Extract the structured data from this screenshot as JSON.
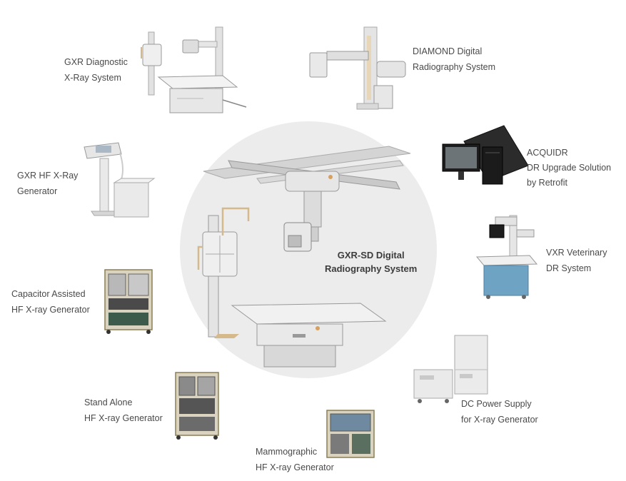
{
  "center": {
    "line1": "GXR-SD Digital",
    "line2": "Radiography System"
  },
  "products": [
    {
      "id": "gxr-diagnostic",
      "line1": "GXR Diagnostic",
      "line2": "X-Ray System",
      "line3": ""
    },
    {
      "id": "diamond",
      "line1": "DIAMOND Digital",
      "line2": "Radiography System",
      "line3": ""
    },
    {
      "id": "gxr-hf",
      "line1": "GXR HF X-Ray",
      "line2": "Generator",
      "line3": ""
    },
    {
      "id": "acquidr",
      "line1": "ACQUIDR",
      "line2": "DR Upgrade Solution",
      "line3": "by Retrofit"
    },
    {
      "id": "vxr",
      "line1": "VXR Veterinary",
      "line2": "DR System",
      "line3": ""
    },
    {
      "id": "capacitor",
      "line1": "Capacitor Assisted",
      "line2": "HF X-ray Generator",
      "line3": ""
    },
    {
      "id": "standalone",
      "line1": "Stand Alone",
      "line2": "HF X-ray Generator",
      "line3": ""
    },
    {
      "id": "mammo",
      "line1": "Mammographic",
      "line2": "HF X-ray Generator",
      "line3": ""
    },
    {
      "id": "dcpower",
      "line1": "DC Power Supply",
      "line2": "for X-ray Generator",
      "line3": ""
    }
  ],
  "colors": {
    "circle": "#ececec",
    "label": "#4a4a4a",
    "equipment": "#e8e8e8",
    "accent_gold": "#d6b98a",
    "vxr_blue": "#6fa3c4"
  }
}
